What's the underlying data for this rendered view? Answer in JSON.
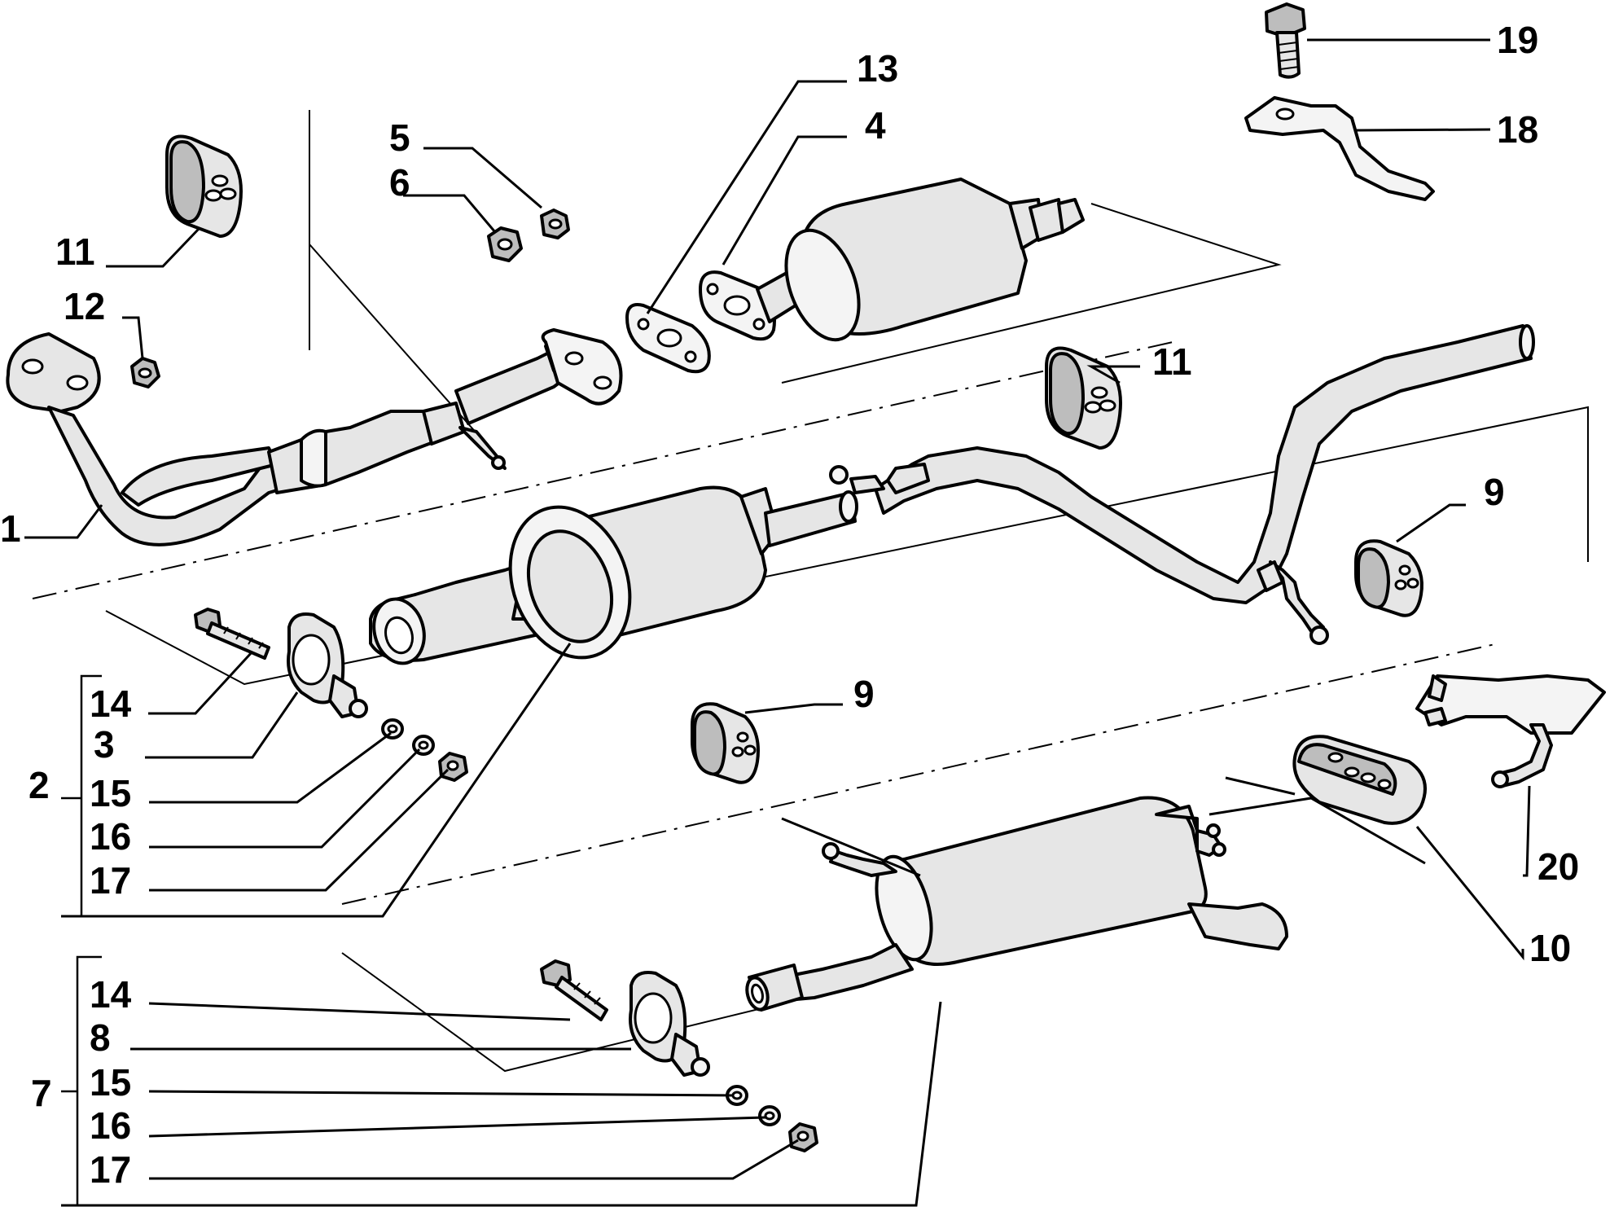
{
  "diagram": {
    "callouts": {
      "c1": "1",
      "c2": "2",
      "c3": "3",
      "c4": "4",
      "c5": "5",
      "c6": "6",
      "c7": "7",
      "c8": "8",
      "c9a": "9",
      "c9b": "9",
      "c10": "10",
      "c11a": "11",
      "c11b": "11",
      "c12": "12",
      "c13": "13",
      "c14a": "14",
      "c14b": "14",
      "c15a": "15",
      "c15b": "15",
      "c16a": "16",
      "c16b": "16",
      "c17a": "17",
      "c17b": "17",
      "c18": "18",
      "c19": "19",
      "c20": "20"
    }
  }
}
